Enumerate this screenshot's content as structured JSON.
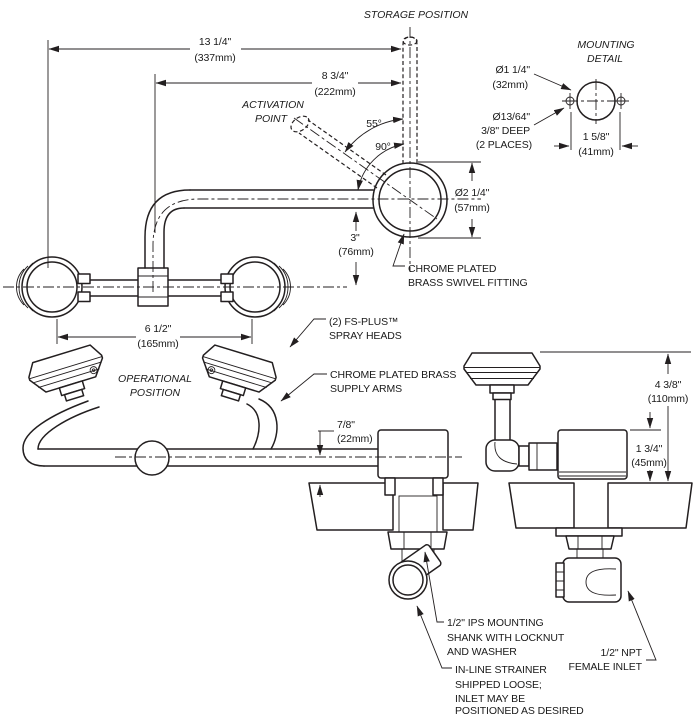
{
  "diagram": {
    "views": {
      "storage_position": "STORAGE POSITION",
      "activation_line1": "ACTIVATION",
      "activation_line2": "POINT",
      "operational_line1": "OPERATIONAL",
      "operational_line2": "POSITION",
      "mounting_line1": "MOUNTING",
      "mounting_line2": "DETAIL"
    },
    "dims": {
      "overall_width_in": "13 1/4\"",
      "overall_width_mm": "(337mm)",
      "activation_width_in": "8 3/4\"",
      "activation_width_mm": "(222mm)",
      "angle_storage": "55°",
      "angle_right": "90°",
      "mount_dia_in": "Ø1 1/4\"",
      "mount_dia_mm": "(32mm)",
      "hole_dia": "Ø13/64\"",
      "hole_depth": "3/8\" DEEP",
      "hole_places": "(2 PLACES)",
      "hole_spacing_in": "1 5/8\"",
      "hole_spacing_mm": "(41mm)",
      "swivel_dia_in": "Ø2 1/4\"",
      "swivel_dia_mm": "(57mm)",
      "drop_in": "3\"",
      "drop_mm": "(76mm)",
      "head_spacing_in": "6 1/2\"",
      "head_spacing_mm": "(165mm)",
      "offset_in": "7/8\"",
      "offset_mm": "(22mm)",
      "height_in": "4 3/8\"",
      "height_mm": "(110mm)",
      "body_in": "1 3/4\"",
      "body_mm": "(45mm)"
    },
    "callouts": {
      "swivel": [
        "CHROME PLATED",
        "BRASS SWIVEL FITTING"
      ],
      "heads": [
        "(2) FS-PLUS™",
        "SPRAY HEADS"
      ],
      "arms": [
        "CHROME PLATED BRASS",
        "SUPPLY ARMS"
      ],
      "shank": [
        "1/2\" IPS MOUNTING",
        "SHANK WITH LOCKNUT",
        "AND WASHER"
      ],
      "strainer": [
        "IN-LINE STRAINER",
        "SHIPPED LOOSE;",
        "INLET MAY BE",
        "POSITIONED AS DESIRED"
      ],
      "inlet": [
        "1/2\" NPT",
        "FEMALE INLET"
      ]
    },
    "colors": {
      "line": "#231f20",
      "background": "#ffffff"
    }
  }
}
